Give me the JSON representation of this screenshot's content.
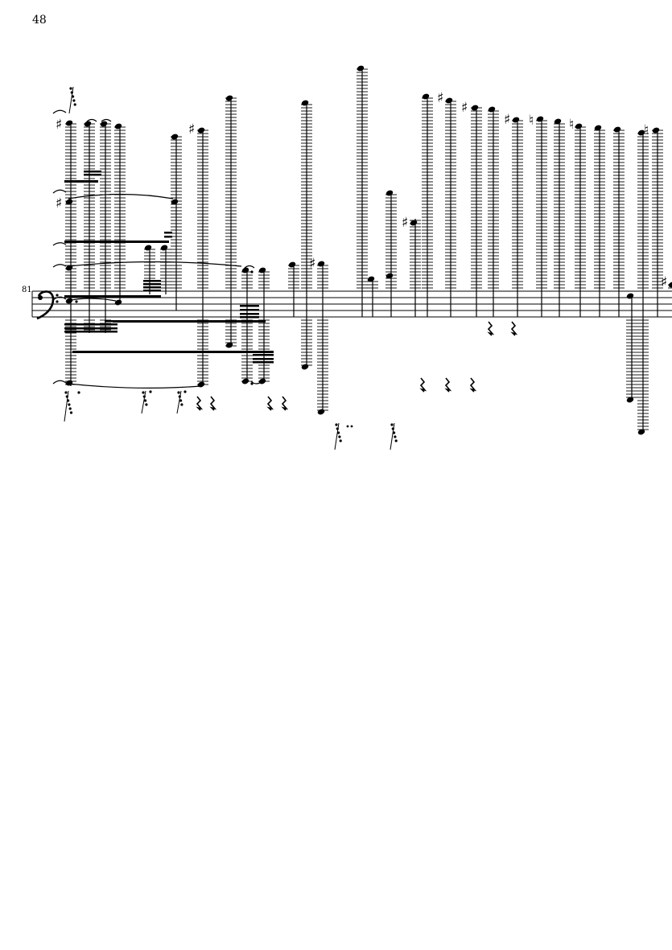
{
  "page": {
    "page_number": "48",
    "measure_number": "81",
    "clef": "bass-clef"
  },
  "score": {
    "description_colors": {
      "ink": "#000000",
      "paper": "#ffffff"
    },
    "accidentals": {
      "sharp": "♯",
      "natural": "♮"
    }
  }
}
